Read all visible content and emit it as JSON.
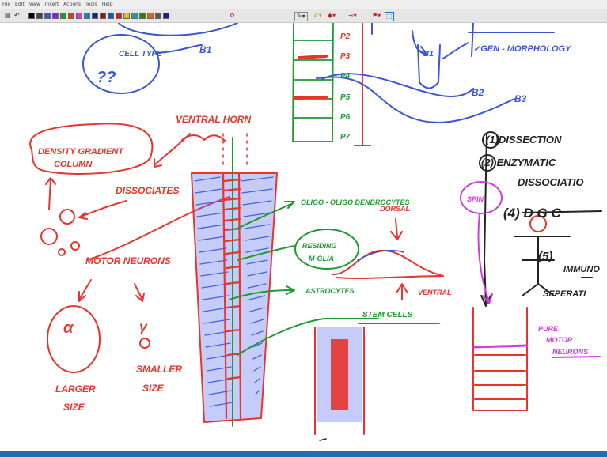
{
  "menu": [
    "File",
    "Edit",
    "View",
    "Insert",
    "Actions",
    "Tools",
    "Help"
  ],
  "colors": {
    "red": "#e8342c",
    "blue": "#3a56d4",
    "green": "#1e9a33",
    "magenta": "#d33be0",
    "black": "#222222"
  },
  "notes": {
    "cell_type": "CELL TYPE",
    "qq": "??",
    "b1": "B1",
    "b1_right": "B1",
    "b2": "B2",
    "b3": "B3",
    "gen_morph": "✓GEN - MORPHOLOGY",
    "p_labels": [
      "P2",
      "P3",
      "P4",
      "P5",
      "P6",
      "P7"
    ],
    "ventral_horn": "VENTRAL HORN",
    "density_1": "DENSITY GRADIENT",
    "density_2": "COLUMN",
    "dissociates": "DISSOCIATES",
    "motor_neurons": "MOTOR NEURONS",
    "alpha": "α",
    "gamma": "γ",
    "larger_1": "LARGER",
    "larger_2": "SIZE",
    "smaller_1": "SMALLER",
    "smaller_2": "SIZE",
    "oligo": "OLIGO - OLIGO DENDROCYTES",
    "dorsal": "DORSAL",
    "residing_1": "RESIDING",
    "residing_2": "M-GLIA",
    "astrocytes": "ASTROCYTES",
    "ventral": "VENTRAL",
    "stem_cells": "STEM CELLS",
    "step1": "(1)DISSECTION",
    "step2": "(2)  ENZYMATIC",
    "step2b": "DISSOCIATIO",
    "step4": "(4) D G C",
    "step5": "(5)",
    "immuno": "IMMUNO",
    "separati": "SEPERATI",
    "spin": "SPIN",
    "pure_1": "PURE",
    "pure_2": "MOTOR",
    "pure_3": "NEURONS"
  }
}
